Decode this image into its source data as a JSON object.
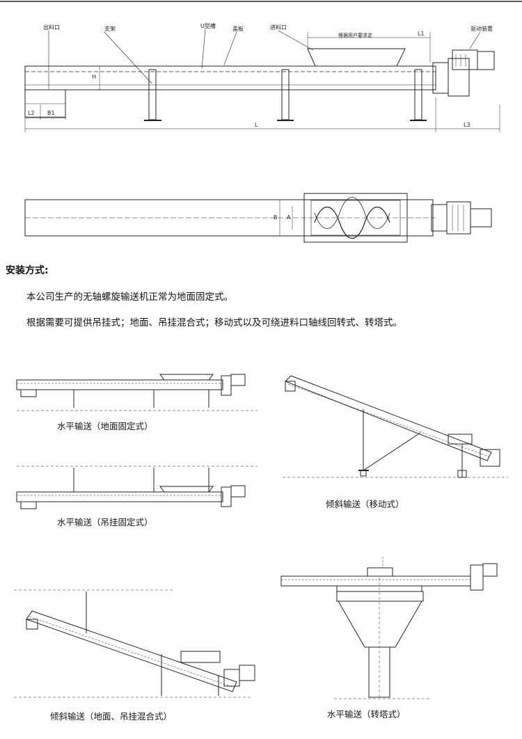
{
  "top_drawing": {
    "labels": {
      "discharge_port": "出料口",
      "support": "支架",
      "u_trough": "U型槽",
      "cover_plate": "盖板",
      "feed_port": "进料口",
      "per_user": "根据用户要求定",
      "drive_device": "驱动装置"
    },
    "dims": {
      "L1": "L1",
      "H": "H",
      "L2": "L2",
      "B1": "B1",
      "L": "L",
      "L3": "L3"
    }
  },
  "plan_drawing": {
    "dims": {
      "B": "B",
      "A": "A"
    }
  },
  "installation": {
    "heading": "安装方式:",
    "para1": "本公司生产的无轴螺旋输送机正常为地面固定式。",
    "para2": "根据需要可提供吊挂式；地面、吊挂混合式；移动式以及可绕进料口轴线回转式、转塔式。"
  },
  "captions": {
    "horizontal_ground": "水平输送（地面固定式）",
    "incline_mobile": "倾斜输送（移动式）",
    "horizontal_hanging": "水平输送（吊挂固定式）",
    "incline_mixed": "倾斜输送（地面、吊挂混合式）",
    "horizontal_turret": "水平输送（转塔式）"
  }
}
